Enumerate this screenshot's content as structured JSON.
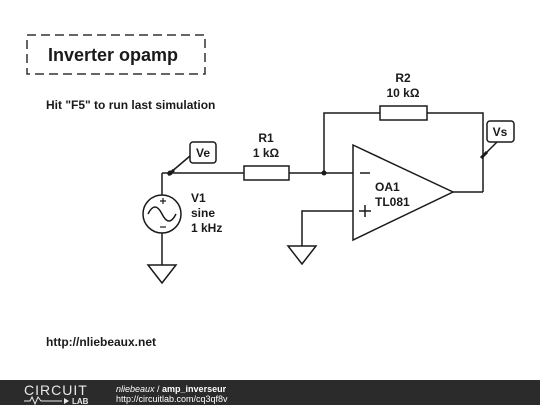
{
  "title": "Inverter opamp",
  "hint": "Hit \"F5\" to run last simulation",
  "website": "http://nliebeaux.net",
  "components": {
    "r1": {
      "name": "R1",
      "value": "1 kΩ"
    },
    "r2": {
      "name": "R2",
      "value": "10 kΩ"
    },
    "v1": {
      "name": "V1",
      "type": "sine",
      "freq": "1 kHz"
    },
    "oa1": {
      "name": "OA1",
      "part": "TL081"
    }
  },
  "probes": {
    "ve": "Ve",
    "vs": "Vs"
  },
  "footer": {
    "logo_top": "CIRCUIT",
    "logo_bottom": "LAB",
    "author": "nliebeaux",
    "separator": " / ",
    "project": "amp_inverseur",
    "url": "http://circuitlab.com/cq3qf8v"
  },
  "colors": {
    "footer_bg": "#2b2b2b",
    "wire": "#1a1a1a"
  }
}
